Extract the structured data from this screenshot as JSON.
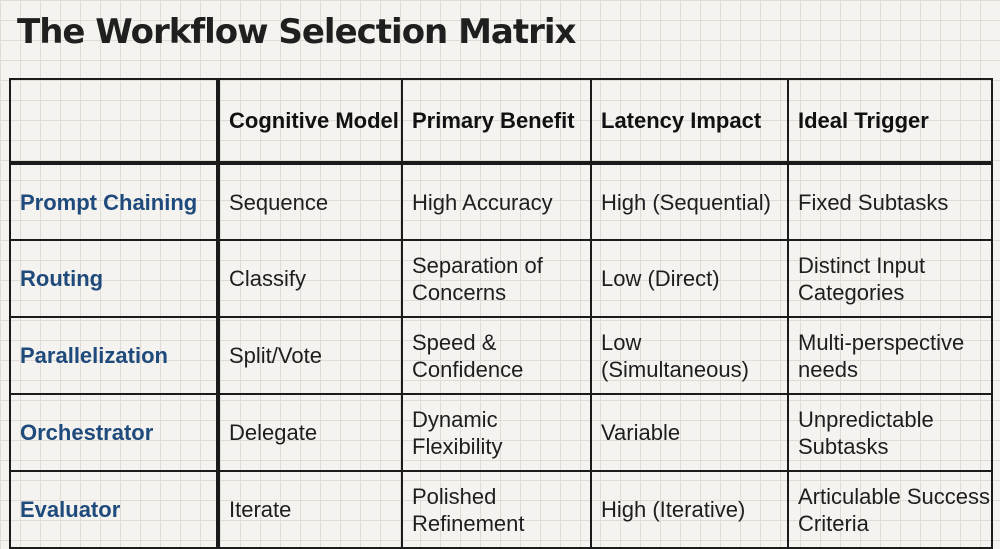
{
  "title": "The Workflow Selection Matrix",
  "columns": [
    "Cognitive Model",
    "Primary Benefit",
    "Latency Impact",
    "Ideal Trigger"
  ],
  "rows": [
    {
      "name": "Prompt Chaining",
      "cells": [
        "Sequence",
        "High Accuracy",
        "High (Sequential)",
        "Fixed Subtasks"
      ]
    },
    {
      "name": "Routing",
      "cells": [
        "Classify",
        "Separation of Concerns",
        "Low (Direct)",
        "Distinct Input Categories"
      ]
    },
    {
      "name": "Parallelization",
      "cells": [
        "Split/Vote",
        "Speed & Confidence",
        "Low (Simultaneous)",
        "Multi-perspective needs"
      ]
    },
    {
      "name": "Orchestrator",
      "cells": [
        "Delegate",
        "Dynamic Flexibility",
        "Variable",
        "Unpredictable Subtasks"
      ]
    },
    {
      "name": "Evaluator",
      "cells": [
        "Iterate",
        "Polished Refinement",
        "High (Iterative)",
        "Articulable Success Criteria"
      ]
    }
  ],
  "colors": {
    "row_label": "#1f4a7c",
    "border": "#1b1b1b",
    "background": "#f4f3ef"
  }
}
